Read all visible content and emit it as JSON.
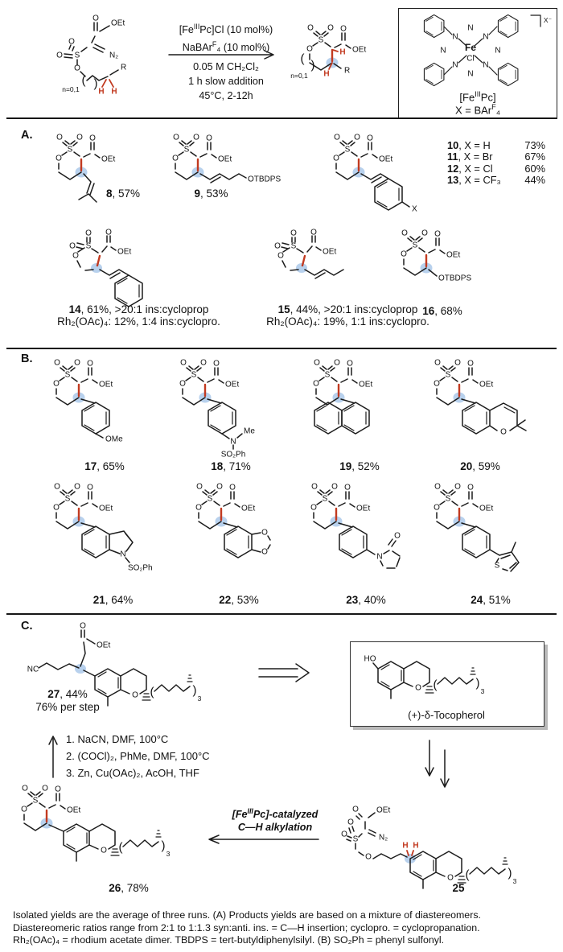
{
  "colors": {
    "accent_red": "#c23a20",
    "highlight_blue": "#a6c6e8",
    "line": "#1c1c1c",
    "box_border": "#222222"
  },
  "atoms": {
    "O": "O",
    "S": "S",
    "N": "N",
    "OEt": "OEt",
    "OMe": "OMe",
    "OTBDPS": "OTBDPS",
    "N2": "N₂",
    "H": "H",
    "R": "R",
    "X": "X",
    "Me": "Me",
    "SO2Ph": "SO₂Ph",
    "NC": "NC",
    "HO": "HO",
    "Fe": "Fe",
    "Cl": "Cl",
    "Xminus": "X⁻",
    "lpar": "(",
    "rpar": ")",
    "three": "3",
    "n01": "n=0,1"
  },
  "header": {
    "cond1": [
      "[Fe",
      "III",
      "Pc]Cl (10 mol%)"
    ],
    "cond2": [
      "NaBAr",
      "F",
      "₄ (10 mol%)"
    ],
    "cond3": "0.05 M CH₂Cl₂",
    "cond4": "1 h slow addition",
    "cond5": "45°C, 2-12h"
  },
  "catalyst_box": {
    "counterion": "X⁻",
    "cap1": [
      "[Fe",
      "III",
      "Pc]"
    ],
    "cap2": [
      "X = BAr",
      "F",
      "₄"
    ]
  },
  "sections": {
    "a": {
      "label": "A.",
      "c8": {
        "num": "8",
        "rest": ", 57%"
      },
      "c9": {
        "num": "9",
        "rest": ", 53%"
      },
      "c10_13": {
        "rows": [
          {
            "num": "10",
            "mid": ", X = H",
            "y": "73%"
          },
          {
            "num": "11",
            "mid": ", X = Br",
            "y": "67%"
          },
          {
            "num": "12",
            "mid": ", X = Cl",
            "y": "60%"
          },
          {
            "num": "13",
            "mid": ", X = CF₃",
            "y": "44%"
          }
        ]
      },
      "c14": {
        "num": "14",
        "rest": ", 61%, >20:1 ins:cycloprop",
        "line2": "Rh₂(OAc)₄: 12%, 1:4 ins:cyclopro."
      },
      "c15": {
        "num": "15",
        "rest": ", 44%, >20:1 ins:cycloprop",
        "line2": "Rh₂(OAc)₄: 19%, 1:1 ins:cyclopro."
      },
      "c16": {
        "num": "16",
        "rest": ", 68%"
      }
    },
    "b": {
      "label": "B.",
      "c17": {
        "num": "17",
        "rest": ", 65%"
      },
      "c18": {
        "num": "18",
        "rest": ", 71%"
      },
      "c19": {
        "num": "19",
        "rest": ", 52%"
      },
      "c20": {
        "num": "20",
        "rest": ", 59%"
      },
      "c21": {
        "num": "21",
        "rest": ", 64%"
      },
      "c22": {
        "num": "22",
        "rest": ", 53%"
      },
      "c23": {
        "num": "23",
        "rest": ", 40%"
      },
      "c24": {
        "num": "24",
        "rest": ", 51%"
      }
    },
    "c": {
      "label": "C.",
      "c27": {
        "num": "27",
        "rest": ", 44%",
        "line2": "76% per step"
      },
      "steps": [
        "1. NaCN, DMF, 100°C",
        "2. (COCl)₂, PhMe, DMF, 100°C",
        "3. Zn, Cu(OAc)₂, AcOH, THF"
      ],
      "arrow1": [
        "[Fe",
        "III",
        "Pc]-catalyzed"
      ],
      "arrow2": "C—H alkylation",
      "c26": {
        "num": "26",
        "rest": ", 78%"
      },
      "c25": {
        "num": "25"
      },
      "tocopherol": "(+)-δ-Tocopherol"
    }
  },
  "footnote": {
    "l1": "Isolated yields are the average of three runs. (A) Products yields are based on a mixture of diastereomers.",
    "l2": "Diastereomeric ratios range from 2:1 to 1:1.3 syn:anti. ins. = C—H insertion; cyclopro. = cyclopropanation.",
    "l3": "Rh₂(OAc)₄ = rhodium acetate dimer. TBDPS = tert-butyldiphenylsilyl. (B) SO₂Ph = phenyl sulfonyl."
  }
}
